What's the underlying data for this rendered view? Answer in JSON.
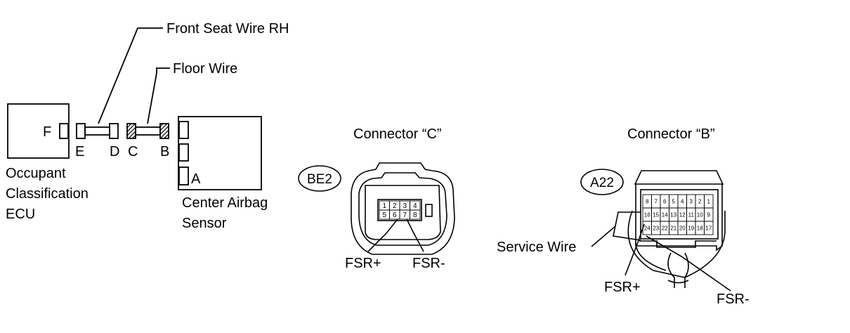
{
  "wires": {
    "front_seat_wire": "Front Seat Wire RH",
    "floor_wire": "Floor Wire"
  },
  "ecu": {
    "name_line1": "Occupant",
    "name_line2": "Classification",
    "name_line3": "ECU",
    "terminal": "F"
  },
  "connector_letters": {
    "e": "E",
    "d": "D",
    "c": "C",
    "b": "B",
    "a": "A"
  },
  "sensor": {
    "name_line1": "Center Airbag",
    "name_line2": "Sensor"
  },
  "connector_c": {
    "title": "Connector “C”",
    "code": "BE2",
    "pins_top": [
      "1",
      "2",
      "3",
      "4"
    ],
    "pins_bottom": [
      "5",
      "6",
      "7",
      "8"
    ],
    "fsr_plus": "FSR+",
    "fsr_minus": "FSR-"
  },
  "connector_b": {
    "title": "Connector “B”",
    "code": "A22",
    "row1": [
      "8",
      "7",
      "6",
      "5",
      "4",
      "3",
      "2",
      "1"
    ],
    "row2": [
      "16",
      "15",
      "14",
      "13",
      "12",
      "11",
      "10",
      "9"
    ],
    "row3": [
      "24",
      "23",
      "22",
      "21",
      "20",
      "19",
      "18",
      "17"
    ],
    "service_wire": "Service Wire",
    "fsr_plus": "FSR+",
    "fsr_minus": "FSR-"
  }
}
